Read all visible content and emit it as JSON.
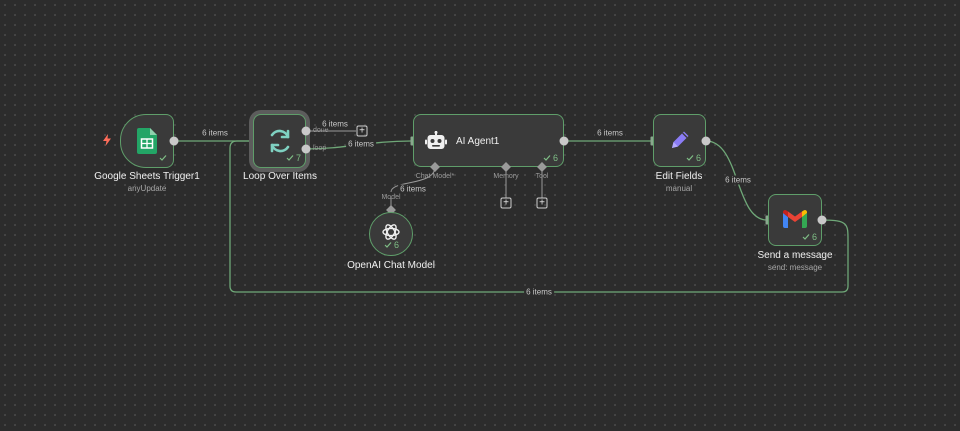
{
  "nodes": {
    "sheets_trigger": {
      "title": "Google Sheets Trigger1",
      "subtitle": "anyUpdate",
      "icon": "google-sheets-icon"
    },
    "loop": {
      "title": "Loop Over Items",
      "count": "7",
      "done_label": "done",
      "loop_label": "loop",
      "icon": "refresh-icon"
    },
    "ai_agent": {
      "title": "AI Agent1",
      "count": "6",
      "icon": "robot-icon",
      "ports": {
        "chat_model": "Chat Model*",
        "memory": "Memory",
        "tool": "Tool"
      }
    },
    "openai": {
      "title": "OpenAI Chat Model",
      "count": "6",
      "port": "Model",
      "icon": "openai-icon"
    },
    "edit_fields": {
      "title": "Edit Fields",
      "subtitle": "manual",
      "count": "6",
      "icon": "pencil-icon"
    },
    "send_message": {
      "title": "Send a message",
      "subtitle": "send: message",
      "count": "6",
      "icon": "gmail-icon"
    }
  },
  "edges": {
    "trigger_to_loop": "6 items",
    "loop_done": "6 items",
    "loop_to_agent": "6 items",
    "agent_to_edit": "6 items",
    "model_to_agent": "6 items",
    "edit_to_send": "6 items",
    "send_to_loop": "6 items"
  },
  "colors": {
    "canvas": "#2c2c2c",
    "node_bg": "#3a3a3a",
    "success_border": "#5f9e6a",
    "edge": "#6fa878",
    "sheets_green": "#23a566",
    "loop_teal": "#7fd1c1",
    "pencil_purple": "#8b7cf6"
  }
}
